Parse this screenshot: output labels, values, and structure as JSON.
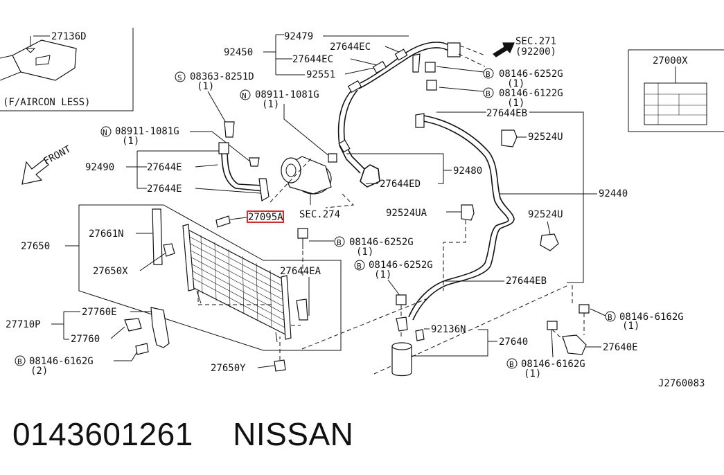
{
  "diagram": {
    "labels": {
      "p27136D": "27136D",
      "faircon_less": "(F/AIRCON LESS)",
      "s08363": "08363-8251D",
      "s08363_qty": "(1)",
      "n08911_a": "08911-1081G",
      "n08911_a_qty": "(1)",
      "n08911_b": "08911-1081G",
      "n08911_b_qty": "(1)",
      "p92479": "92479",
      "p92450": "92450",
      "p27644EC_a": "27644EC",
      "p27644EC_b": "27644EC",
      "p92551": "92551",
      "sec271": "SEC.271",
      "sec271_sub": "(92200)",
      "b08146_6252G_top": "08146-6252G",
      "b08146_6252G_top_qty": "(1)",
      "b08146_6122G": "08146-6122G",
      "b08146_6122G_qty": "(1)",
      "p27000X": "27000X",
      "p27644EB_top": "27644EB",
      "p92524U_a": "92524U",
      "front": "FRONT",
      "p92490": "92490",
      "p27644E_a": "27644E",
      "p27644E_b": "27644E",
      "p92480": "92480",
      "p27644ED": "27644ED",
      "p92440": "92440",
      "sec274": "SEC.274",
      "p27095A": "27095A",
      "p92524UA": "92524UA",
      "p92524U_b": "92524U",
      "p27661N": "27661N",
      "p27650": "27650",
      "b08146_6252G_mid": "08146-6252G",
      "b08146_6252G_mid_qty": "(1)",
      "p27650X": "27650X",
      "b08146_6252G_low": "08146-6252G",
      "b08146_6252G_low_qty": "(1)",
      "p27644EA": "27644EA",
      "p27644EB_low": "27644EB",
      "p27760E": "27760E",
      "p27710P": "27710P",
      "p27760": "27760",
      "p92136N": "92136N",
      "b08146_6162G_right": "08146-6162G",
      "b08146_6162G_right_qty": "(1)",
      "p27640": "27640",
      "p27640E": "27640E",
      "b08146_6162G_left": "08146-6162G",
      "b08146_6162G_left_qty": "(2)",
      "p27650Y": "27650Y",
      "b08146_6162G_bottom": "08146-6162G",
      "b08146_6162G_bottom_qty": "(1)",
      "ref_code": "J2760083"
    },
    "prefix_letters": {
      "s": "S",
      "n": "N",
      "b": "B"
    },
    "highlight_color": "#ee2222"
  },
  "footer": {
    "part_number": "0143601261",
    "brand": "NISSAN"
  }
}
